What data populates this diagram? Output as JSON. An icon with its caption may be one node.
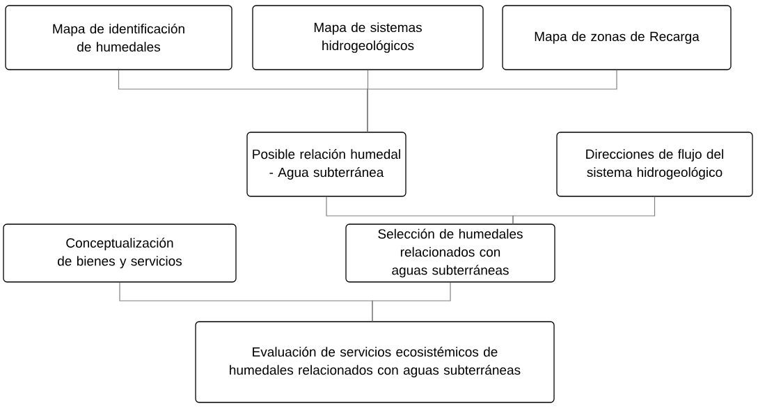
{
  "diagram": {
    "nodes": [
      {
        "text": [
          "Mapa de identificación de humedales"
        ]
      },
      {
        "text": [
          "Mapa de sistemas hidrogeológicos"
        ]
      },
      {
        "text": [
          "Mapa de zonas de Recarga"
        ]
      },
      {
        "text": [
          "Posible relación humedal - Agua subterránea"
        ]
      },
      {
        "text": [
          "Direcciones de flujo del sistema hidrogeológico"
        ]
      },
      {
        "text": [
          "Conceptualización de bienes y servicios"
        ]
      },
      {
        "text": [
          "Selección de humedales relacionados con aguas subterráneas"
        ]
      },
      {
        "text": [
          "Evaluación de servicios ecosistémicos de humedales relacionados con aguas subterráneas"
        ]
      }
    ],
    "edges": [
      {
        "from": 0,
        "to": 3,
        "arrow": "none"
      },
      {
        "from": 1,
        "to": 3,
        "arrow": "none"
      },
      {
        "from": 2,
        "to": 3,
        "arrow": "none"
      },
      {
        "from": 3,
        "to": 6,
        "arrow": "none"
      },
      {
        "from": 4,
        "to": 6,
        "arrow": "none"
      },
      {
        "from": 5,
        "to": 7,
        "arrow": "none"
      },
      {
        "from": 6,
        "to": 7,
        "arrow": "none"
      }
    ]
  }
}
